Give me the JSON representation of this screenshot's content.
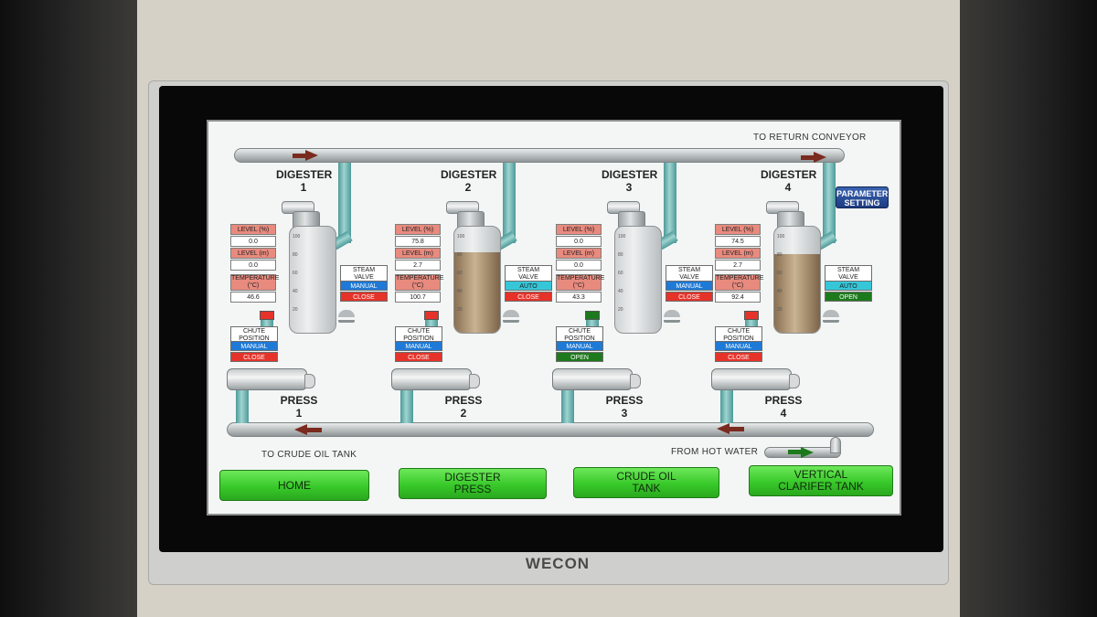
{
  "header": {
    "to_return": "TO RETURN CONVEYOR"
  },
  "footer": {
    "to_crude": "TO CRUDE OIL TANK",
    "from_hot": "FROM HOT WATER"
  },
  "param_button": "PARAMETER\nSETTING",
  "brand": "WECON",
  "units": [
    {
      "digester": "DIGESTER",
      "num": "1",
      "level_pct": "0.0",
      "level_m": "0.0",
      "temp": "46.6",
      "steam_mode": "MANUAL",
      "steam_state": "CLOSE",
      "chute_mode": "MANUAL",
      "chute_state": "CLOSE",
      "press": "PRESS",
      "fill": 0
    },
    {
      "digester": "DIGESTER",
      "num": "2",
      "level_pct": "75.8",
      "level_m": "2.7",
      "temp": "100.7",
      "steam_mode": "AUTO",
      "steam_state": "CLOSE",
      "chute_mode": "MANUAL",
      "chute_state": "CLOSE",
      "press": "PRESS",
      "fill": 0.758
    },
    {
      "digester": "DIGESTER",
      "num": "3",
      "level_pct": "0.0",
      "level_m": "0.0",
      "temp": "43.3",
      "steam_mode": "MANUAL",
      "steam_state": "CLOSE",
      "chute_mode": "MANUAL",
      "chute_state": "OPEN",
      "press": "PRESS",
      "fill": 0
    },
    {
      "digester": "DIGESTER",
      "num": "4",
      "level_pct": "74.5",
      "level_m": "2.7",
      "temp": "92.4",
      "steam_mode": "AUTO",
      "steam_state": "OPEN",
      "chute_mode": "MANUAL",
      "chute_state": "CLOSE",
      "press": "PRESS",
      "fill": 0.745
    }
  ],
  "labels": {
    "level_pct": "LEVEL (%)",
    "level_m": "LEVEL (m)",
    "temperature": "TEMPERATURE\n(°C)",
    "steam_valve": "STEAM\nVALVE",
    "chute_position": "CHUTE\nPOSITION"
  },
  "scale": [
    "100",
    "80",
    "60",
    "40",
    "20"
  ],
  "nav": [
    "HOME",
    "DIGESTER\nPRESS",
    "CRUDE OIL\nTANK",
    "VERTICAL\nCLARIFER TANK"
  ],
  "colors": {
    "state_close": "#e5332a",
    "state_open": "#1c7a1c",
    "mode_manual": "#1e7ad6",
    "mode_auto": "#35c7d8",
    "nav_green": "#38c92a"
  }
}
